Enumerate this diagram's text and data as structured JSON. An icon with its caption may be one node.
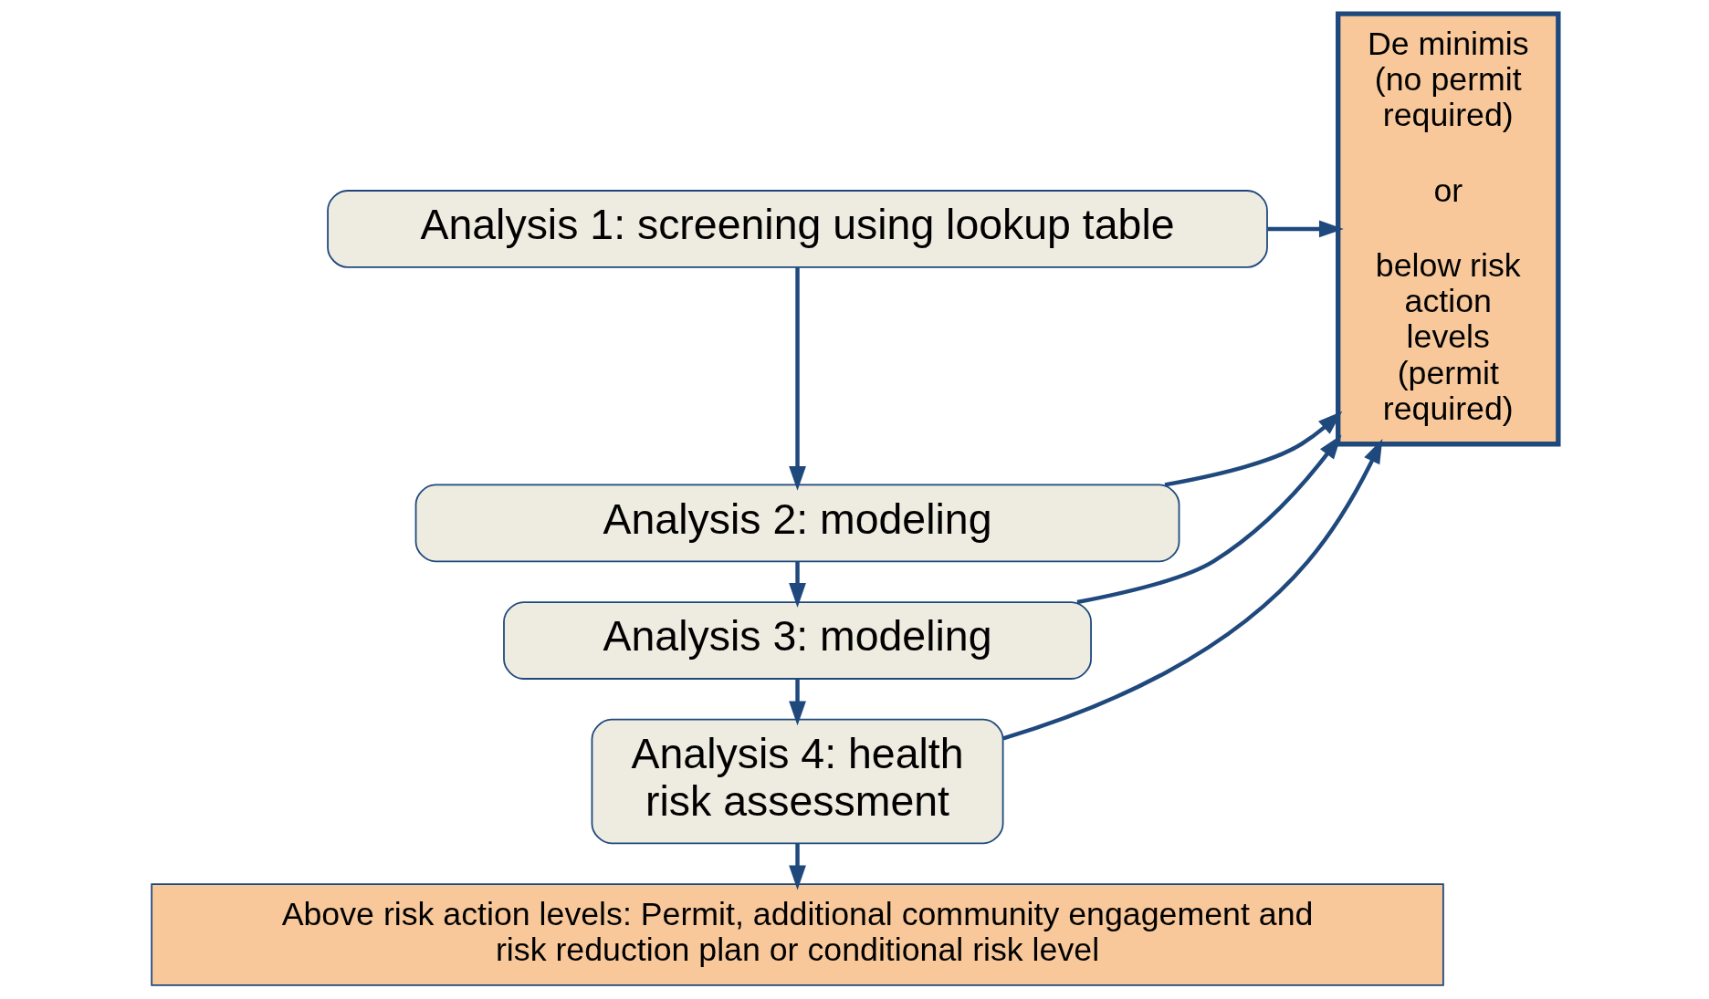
{
  "diagram": {
    "nodes": [
      {
        "text": [
          "Analysis 1: screening using lookup table"
        ]
      },
      {
        "text": [
          "Analysis 2: modeling"
        ]
      },
      {
        "text": [
          "Analysis 3: modeling"
        ]
      },
      {
        "text": [
          "Analysis 4: health risk assessment"
        ]
      },
      {
        "text": [
          "De minimis (no permit required)",
          "or",
          "below risk action levels (permit required)"
        ]
      },
      {
        "text": [
          "Above risk action levels: Permit, additional community engagement and risk reduction plan or conditional risk level"
        ]
      }
    ],
    "edges": [
      {
        "from": 0,
        "to": 1,
        "arrow": "to"
      },
      {
        "from": 1,
        "to": 2,
        "arrow": "to"
      },
      {
        "from": 2,
        "to": 3,
        "arrow": "to"
      },
      {
        "from": 3,
        "to": 5,
        "arrow": "to"
      },
      {
        "from": 0,
        "to": 4,
        "arrow": "to"
      },
      {
        "from": 1,
        "to": 4,
        "arrow": "to"
      },
      {
        "from": 2,
        "to": 4,
        "arrow": "to"
      },
      {
        "from": 3,
        "to": 4,
        "arrow": "to"
      }
    ]
  }
}
